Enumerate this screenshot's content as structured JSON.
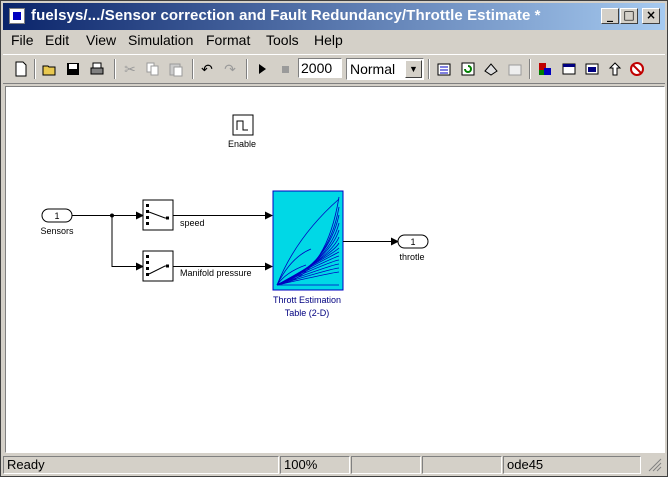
{
  "window": {
    "title": "fuelsys/.../Sensor correction and  Fault Redundancy/Throttle Estimate *",
    "minimize": "_",
    "maximize": "□",
    "close": "×"
  },
  "menu": [
    "File",
    "Edit",
    "View",
    "Simulation",
    "Format",
    "Tools",
    "Help"
  ],
  "toolbar": {
    "stop_time": "2000",
    "sim_mode": "Normal",
    "icons": [
      "new-icon",
      "open-icon",
      "save-icon",
      "print-icon",
      "cut-icon",
      "copy-icon",
      "paste-icon",
      "undo-icon",
      "redo-icon",
      "start-icon",
      "stop-icon",
      "library-browser-icon",
      "update-diagram-icon",
      "build-icon",
      "model-explorer-icon",
      "debugger-icon",
      "block-diagram-icon",
      "model-advisor-icon",
      "go-to-parent-icon",
      "debug-icon"
    ]
  },
  "diagram": {
    "enable_label": "Enable",
    "inport_number": "1",
    "inport_label": "Sensors",
    "signal_speed": "speed",
    "signal_manifold": "Manifold pressure",
    "lookup_label_line1": "Thrott Estimation",
    "lookup_label_line2": "Table (2-D)",
    "outport_number": "1",
    "outport_label": "throtle"
  },
  "status": {
    "state": "Ready",
    "zoom": "100%",
    "solver": "ode45"
  }
}
